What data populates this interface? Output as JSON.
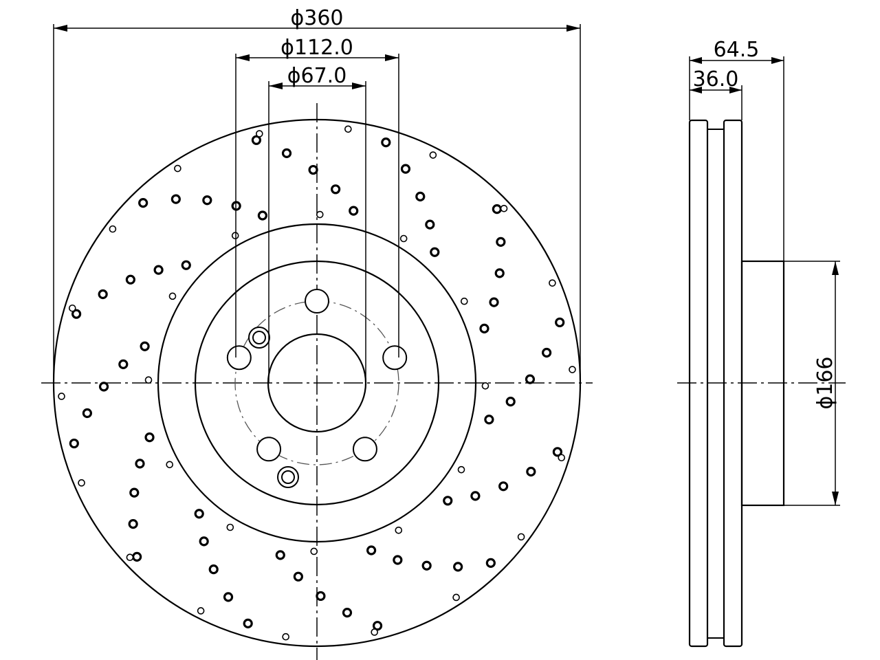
{
  "dimensions": {
    "outer_diameter": "ϕ360",
    "bolt_circle": "ϕ112.0",
    "center_bore": "ϕ67.0",
    "total_height": "64.5",
    "disc_thickness": "36.0",
    "hat_diameter": "ϕ166"
  }
}
